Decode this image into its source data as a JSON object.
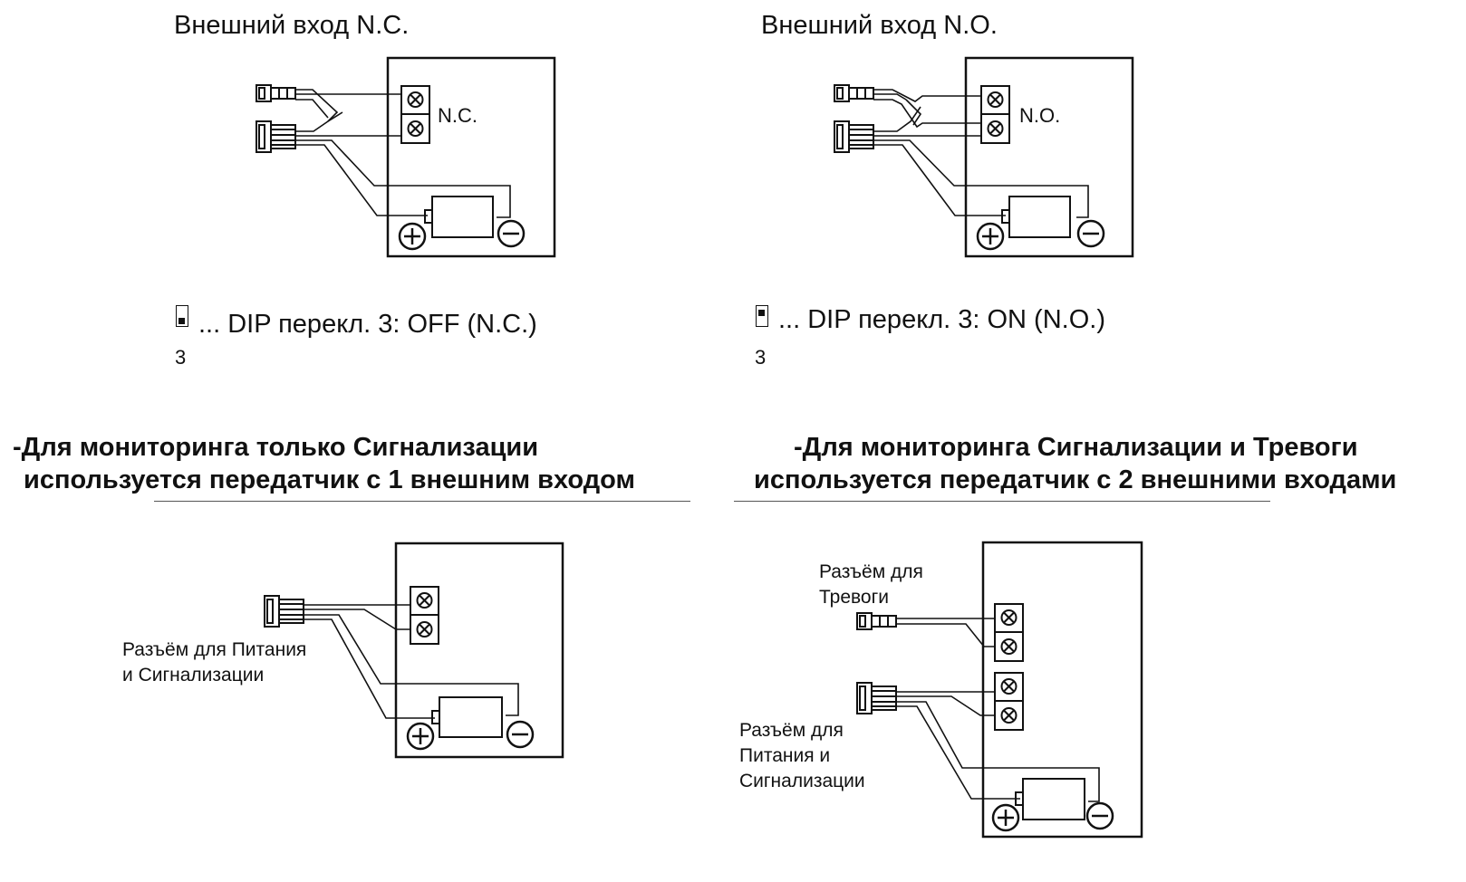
{
  "top_left": {
    "title": "Внешний вход N.C.",
    "terminal_label": "N.C.",
    "dip_text": "... DIP перекл. 3: OFF (N.C.)",
    "dip_number": "3"
  },
  "top_right": {
    "title": "Внешний вход N.O.",
    "terminal_label": "N.O.",
    "dip_text": "... DIP перекл. 3: ON (N.O.)",
    "dip_number": "3"
  },
  "bottom_left": {
    "heading_line1": "-Для мониторинга только Сигнализации",
    "heading_line2": "используется передатчик с 1 внешним входом",
    "connector_label": "Разъём для Питания\nи Сигнализации"
  },
  "bottom_right": {
    "heading_line1": "-Для мониторинга Сигнализации и Тревоги",
    "heading_line2": "используется передатчик с 2 внешними входами",
    "alarm_connector_label": "Разъём для\nТревоги",
    "power_connector_label": "Разъём для\nПитания и\nСигнализации"
  },
  "colors": {
    "line": "#111111",
    "rule": "#555555"
  }
}
